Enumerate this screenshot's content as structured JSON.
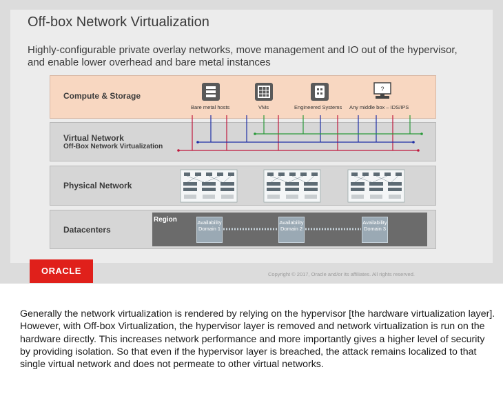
{
  "slide": {
    "title": "Off-box Network Virtualization",
    "subtitle": "Highly-configurable private overlay networks, move management and IO out of the hypervisor, and enable lower overhead and bare metal instances",
    "layers": {
      "compute_label": "Compute & Storage",
      "virtual_label_1": "Virtual Network",
      "virtual_label_2": "Off-Box Network Virtualization",
      "physical_label": "Physical Network",
      "datacenters_label": "Datacenters"
    },
    "compute_items": [
      {
        "label": "Bare metal hosts",
        "icon": "server-icon"
      },
      {
        "label": "VMs",
        "icon": "vm-grid-icon"
      },
      {
        "label": "Engineered Systems",
        "icon": "engineered-system-icon"
      },
      {
        "label": "Any middle box – IDS/IPS",
        "icon": "monitor-icon"
      }
    ],
    "region": {
      "label": "Region",
      "domains": [
        "Availability Domain 1",
        "Availability Domain 2",
        "Availability Domain 3"
      ]
    },
    "colors": {
      "compute_bg": "#f8d7c1",
      "layer_bg": "#d6d6d6",
      "net_red": "#c0183c",
      "net_blue": "#1f2fa6",
      "net_green": "#2a9a3a",
      "oracle_red": "#e0201b"
    },
    "logo": "ORACLE",
    "copyright": "Copyright © 2017, Oracle and/or its affiliates. All rights reserved."
  },
  "body_text": "Generally the network virtualization is rendered by relying on the hypervisor [the hardware virtualization layer]. However, with Off-box Virtualization, the hypervisor layer is removed and network virtualization is run on the hardware directly. This increases network performance and more importantly gives a higher level of security by providing isolation. So that even if the hypervisor layer is breached, the attack remains localized to that single virtual network and does not permeate to other virtual networks."
}
